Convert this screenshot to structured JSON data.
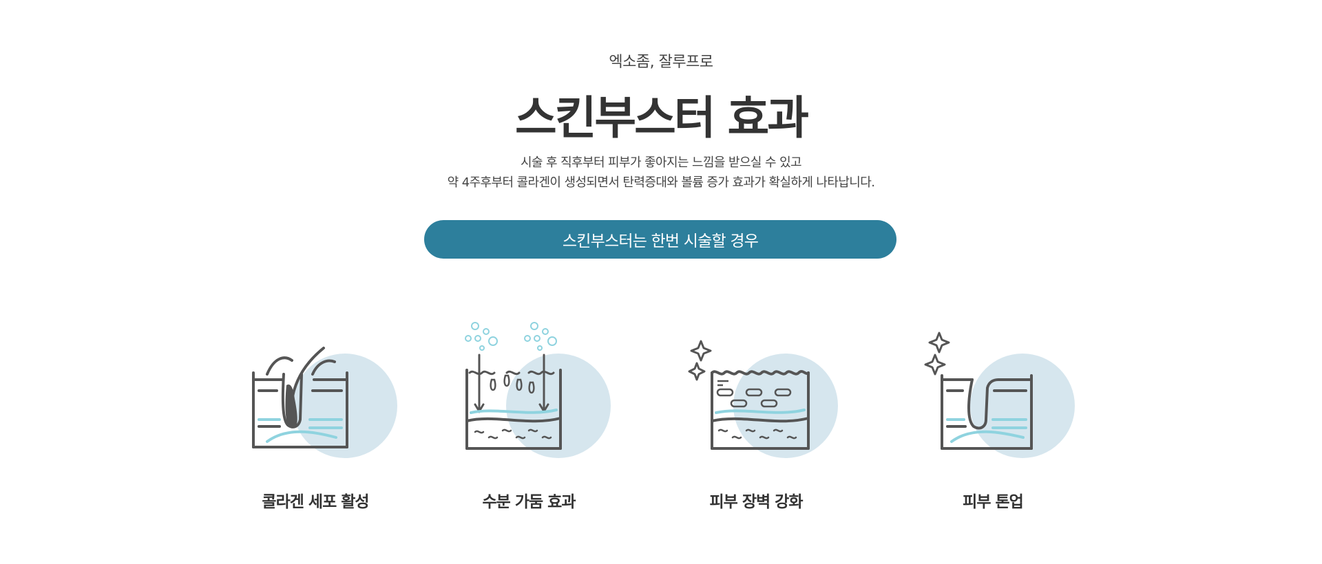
{
  "header": {
    "subtitle": "엑소좀, 잘루프로",
    "title": "스킨부스터 효과",
    "description_lines": [
      "시술 후 직후부터 피부가 좋아지는 느낌을 받으실 수 있고",
      "약 4주후부터 콜라겐이 생성되면서 탄력증대와 볼륨 증가 효과가 확실하게 나타납니다."
    ]
  },
  "banner": {
    "label": "스킨부스터는 한번 시술할 경우"
  },
  "colors": {
    "accent": "#2d7f9c",
    "circle": "#d6e6ee",
    "line": "#555555",
    "aqua": "#8fd3df"
  },
  "features": [
    {
      "label": "콜라겐 세포 활성",
      "icon": "hair-follicle-skin-icon"
    },
    {
      "label": "수분 가둠 효과",
      "icon": "hydration-skin-icon"
    },
    {
      "label": "피부 장벽 강화",
      "icon": "skin-barrier-icon"
    },
    {
      "label": "피부 톤업",
      "icon": "skin-tone-up-icon"
    }
  ]
}
